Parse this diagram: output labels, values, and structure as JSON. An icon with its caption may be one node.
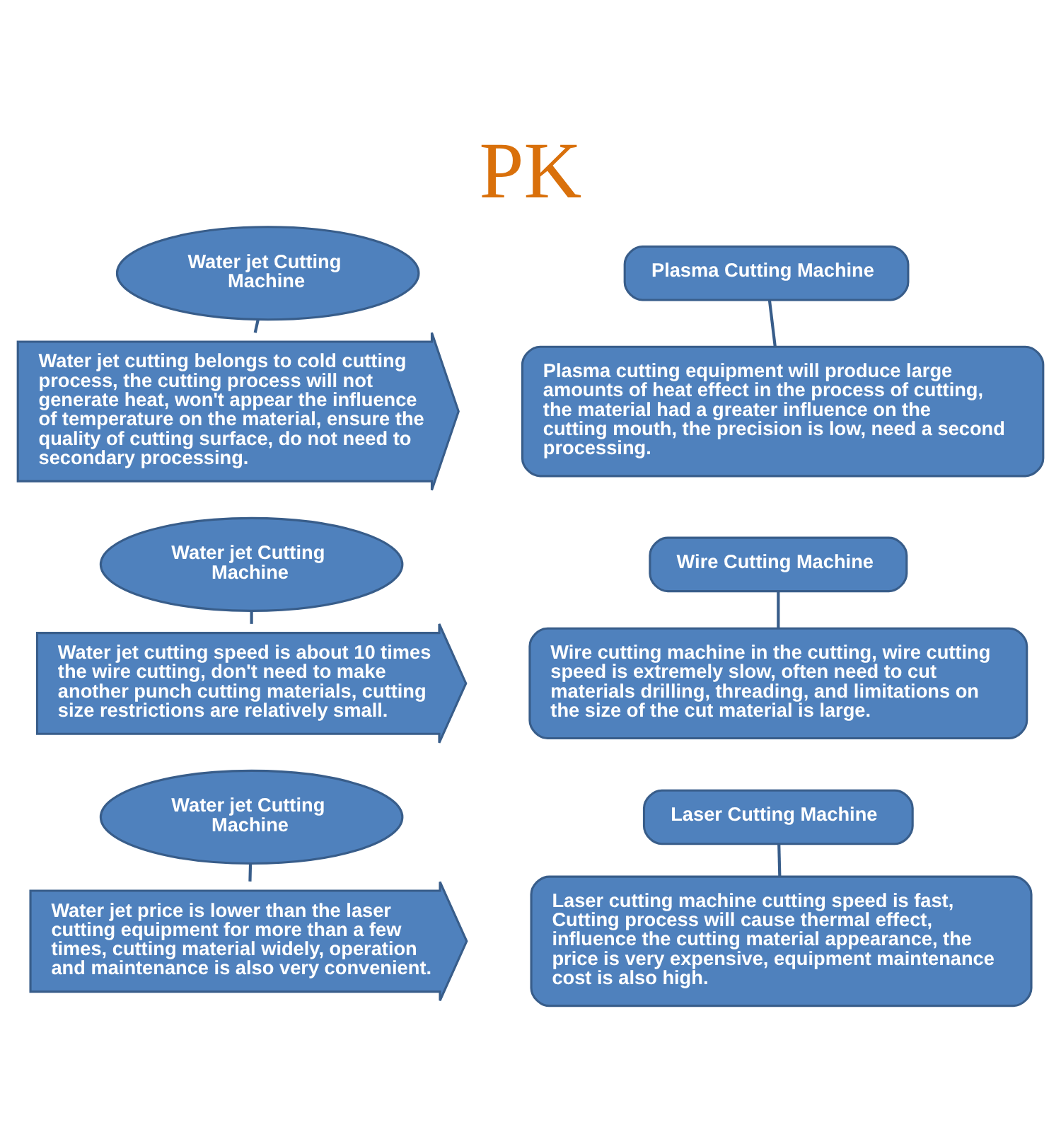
{
  "diagram": {
    "title": "PK",
    "nodes": [
      {
        "text": [
          "Water jet Cutting Machine"
        ]
      },
      {
        "text": [
          "Plasma Cutting Machine"
        ]
      },
      {
        "text": [
          "Water jet cutting belongs to cold cutting process, the cutting process will not generate heat, won't appear the influence of temperature on the material, ensure the quality of cutting surface, do not need to secondary processing."
        ]
      },
      {
        "text": [
          "Plasma cutting equipment will produce large amounts of heat effect in the process of cutting, the material had a greater influence on the cutting mouth, the precision is low, need a second processing."
        ]
      },
      {
        "text": [
          "Water jet Cutting Machine"
        ]
      },
      {
        "text": [
          "Wire Cutting Machine"
        ]
      },
      {
        "text": [
          "Water jet cutting speed is about 10 times the wire cutting, don't need to make another punch cutting materials, cutting size restrictions are relatively small."
        ]
      },
      {
        "text": [
          "Wire cutting machine in the cutting, wire cutting speed is extremely slow, often need to cut materials drilling, threading, and limitations on the size of the cut material is large."
        ]
      },
      {
        "text": [
          "Water jet Cutting Machine"
        ]
      },
      {
        "text": [
          "Laser Cutting Machine"
        ]
      },
      {
        "text": [
          "Water jet price is lower than the laser cutting equipment for more than a few times, cutting material widely, operation and maintenance is also very convenient."
        ]
      },
      {
        "text": [
          "Laser cutting machine cutting speed is fast, Cutting process will cause thermal effect, influence the cutting material appearance, the price is very expensive, equipment maintenance cost is also high."
        ]
      }
    ],
    "edges": [
      {
        "from": 0,
        "to": 2,
        "arrow": "none"
      },
      {
        "from": 1,
        "to": 3,
        "arrow": "none"
      },
      {
        "from": 4,
        "to": 6,
        "arrow": "none"
      },
      {
        "from": 5,
        "to": 7,
        "arrow": "none"
      },
      {
        "from": 8,
        "to": 10,
        "arrow": "none"
      },
      {
        "from": 9,
        "to": 11,
        "arrow": "none"
      }
    ]
  }
}
